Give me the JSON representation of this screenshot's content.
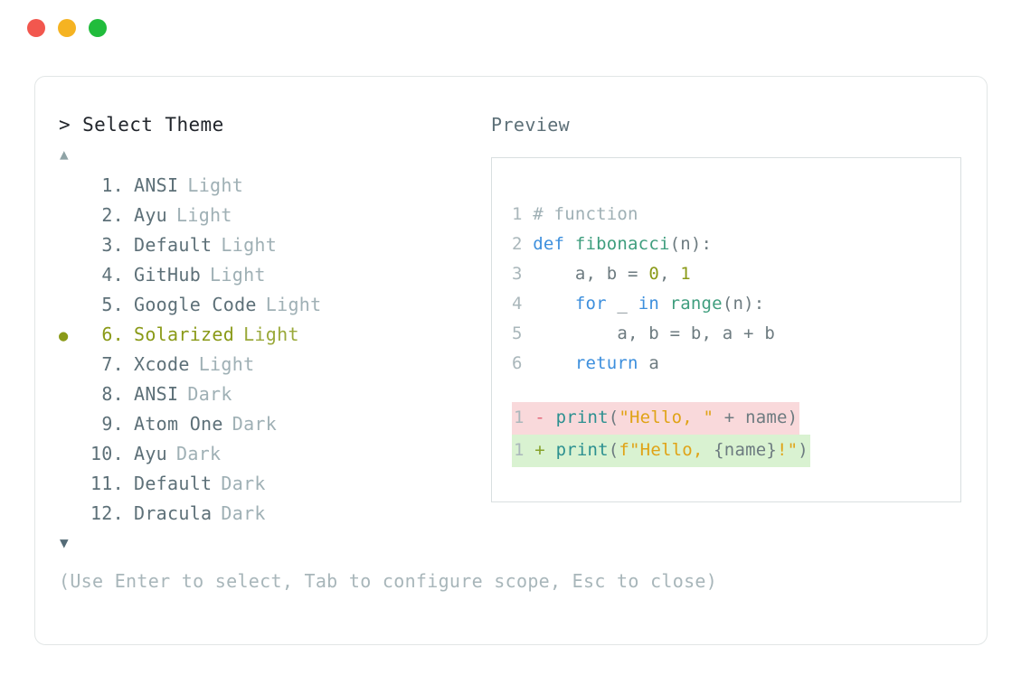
{
  "window": {
    "controls": [
      {
        "name": "close",
        "color": "#f2574e"
      },
      {
        "name": "minimize",
        "color": "#f5b322"
      },
      {
        "name": "maximize",
        "color": "#21bc3c"
      }
    ]
  },
  "selector": {
    "prompt_symbol": ">",
    "title": "Select Theme",
    "scroll_up_icon": "▲",
    "scroll_down_icon": "▼",
    "selected_bullet": "●",
    "selected_index": 6,
    "accent_color": "#8a9a18",
    "items": [
      {
        "number": "1.",
        "name": "ANSI",
        "variant": "Light",
        "selected": false
      },
      {
        "number": "2.",
        "name": "Ayu",
        "variant": "Light",
        "selected": false
      },
      {
        "number": "3.",
        "name": "Default",
        "variant": "Light",
        "selected": false
      },
      {
        "number": "4.",
        "name": "GitHub",
        "variant": "Light",
        "selected": false
      },
      {
        "number": "5.",
        "name": "Google Code",
        "variant": "Light",
        "selected": false
      },
      {
        "number": "6.",
        "name": "Solarized",
        "variant": "Light",
        "selected": true
      },
      {
        "number": "7.",
        "name": "Xcode",
        "variant": "Light",
        "selected": false
      },
      {
        "number": "8.",
        "name": "ANSI",
        "variant": "Dark",
        "selected": false
      },
      {
        "number": "9.",
        "name": "Atom One",
        "variant": "Dark",
        "selected": false
      },
      {
        "number": "10.",
        "name": "Ayu",
        "variant": "Dark",
        "selected": false
      },
      {
        "number": "11.",
        "name": "Default",
        "variant": "Dark",
        "selected": false
      },
      {
        "number": "12.",
        "name": "Dracula",
        "variant": "Dark",
        "selected": false
      }
    ]
  },
  "preview": {
    "label": "Preview",
    "code_lines": [
      {
        "number": "1",
        "tokens": [
          {
            "text": "# function",
            "type": "comment"
          }
        ]
      },
      {
        "number": "2",
        "tokens": [
          {
            "text": "def ",
            "type": "kw"
          },
          {
            "text": "fibonacci",
            "type": "fn"
          },
          {
            "text": "(n):",
            "type": "plain"
          }
        ]
      },
      {
        "number": "3",
        "tokens": [
          {
            "text": "    a, b = ",
            "type": "plain"
          },
          {
            "text": "0",
            "type": "num"
          },
          {
            "text": ", ",
            "type": "plain"
          },
          {
            "text": "1",
            "type": "num"
          }
        ]
      },
      {
        "number": "4",
        "tokens": [
          {
            "text": "    ",
            "type": "plain"
          },
          {
            "text": "for",
            "type": "kw"
          },
          {
            "text": " _ ",
            "type": "plain"
          },
          {
            "text": "in",
            "type": "kw"
          },
          {
            "text": " ",
            "type": "plain"
          },
          {
            "text": "range",
            "type": "fn"
          },
          {
            "text": "(n):",
            "type": "plain"
          }
        ]
      },
      {
        "number": "5",
        "tokens": [
          {
            "text": "        a, b = b, a + b",
            "type": "plain"
          }
        ]
      },
      {
        "number": "6",
        "tokens": [
          {
            "text": "    ",
            "type": "plain"
          },
          {
            "text": "return",
            "type": "kw"
          },
          {
            "text": " a",
            "type": "plain"
          }
        ]
      }
    ],
    "diff_lines": [
      {
        "number": "1",
        "marker": "-",
        "kind": "removed",
        "background": "#f9d9db",
        "tokens": [
          {
            "text": "print",
            "type": "call"
          },
          {
            "text": "(",
            "type": "plain"
          },
          {
            "text": "\"Hello, \"",
            "type": "str"
          },
          {
            "text": " + name)",
            "type": "plain"
          }
        ]
      },
      {
        "number": "1",
        "marker": "+",
        "kind": "added",
        "background": "#d9f2d1",
        "tokens": [
          {
            "text": "print",
            "type": "call"
          },
          {
            "text": "(",
            "type": "plain"
          },
          {
            "text": "f\"Hello, ",
            "type": "str"
          },
          {
            "text": "{name}",
            "type": "plain"
          },
          {
            "text": "!\"",
            "type": "str"
          },
          {
            "text": ")",
            "type": "plain"
          }
        ]
      }
    ]
  },
  "footer": {
    "hint": "(Use Enter to select, Tab to configure scope, Esc to close)"
  }
}
